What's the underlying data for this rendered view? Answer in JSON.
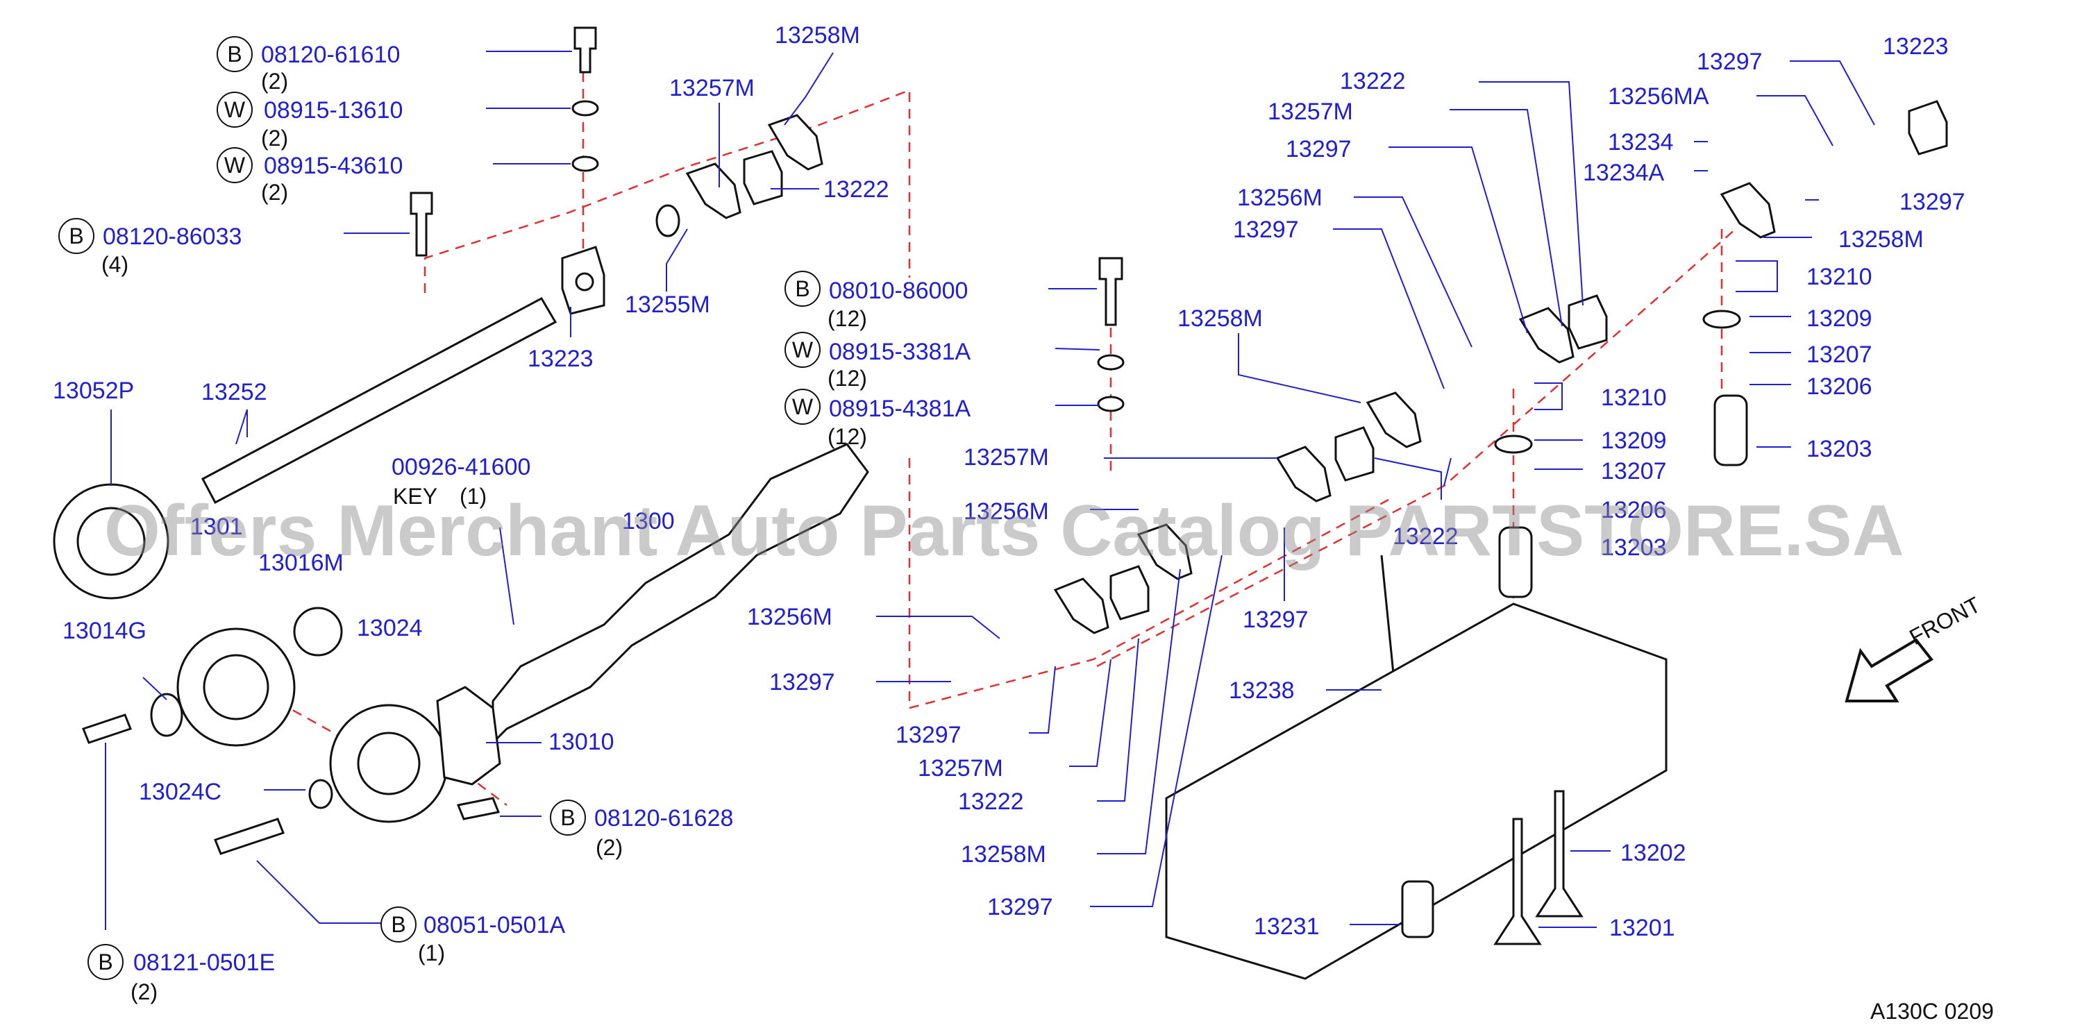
{
  "diagram": {
    "labels": {
      "b_08120_61610": "08120-61610",
      "w_08915_13610": "08915-13610",
      "w_08915_43610": "08915-43610",
      "b_08120_86033": "08120-86033",
      "p_13257M_a": "13257M",
      "p_13258M_a": "13258M",
      "p_13222_a": "13222",
      "p_13255M": "13255M",
      "p_13223_a": "13223",
      "p_13052P": "13052P",
      "p_13252": "13252",
      "p_00926_41600": "00926-41600",
      "p_1301x": "1301",
      "p_1300x": "1300",
      "p_13016M": "13016M",
      "p_13014G": "13014G",
      "p_13024": "13024",
      "p_13010": "13010",
      "p_13024C": "13024C",
      "b_08120_61628": "08120-61628",
      "b_08051_0501A": "08051-0501A",
      "b_08121_0501E": "08121-0501E",
      "b_08010_86000": "08010-86000",
      "w_08915_3381A": "08915-3381A",
      "w_08915_4381A": "08915-4381A",
      "p_13258M_b": "13258M",
      "p_13257M_b": "13257M",
      "p_13256M_mid": "13256M",
      "p_13256M_left": "13256M",
      "p_13297_l1": "13297",
      "p_13297_l2": "13297",
      "p_13257M_c": "13257M",
      "p_13222_c": "13222",
      "p_13258M_c": "13258M",
      "p_13297_l3": "13297",
      "p_13297_mid": "13297",
      "p_13222_mid": "13222",
      "p_13222_top": "13222",
      "p_13257M_top": "13257M",
      "p_13297_top": "13297",
      "p_13256M_top": "13256M",
      "p_13297_top2": "13297",
      "p_13297_r1": "13297",
      "p_13223_r": "13223",
      "p_13256MA": "13256MA",
      "p_13234": "13234",
      "p_13234A": "13234A",
      "p_13297_r2": "13297",
      "p_13258M_r": "13258M",
      "p_13210_r": "13210",
      "p_13209_r": "13209",
      "p_13207_r": "13207",
      "p_13206": "13206",
      "p_13203_r": "13203",
      "p_13210_m": "13210",
      "p_13209_m": "13209",
      "p_13207_m": "13207",
      "p_13206_m": "13206",
      "p_13203_m": "13203",
      "p_13238": "13238",
      "p_13202": "13202",
      "p_13231": "13231",
      "p_13201": "13201"
    },
    "circles": {
      "c1": "B",
      "c2": "W",
      "c3": "W",
      "c4": "B",
      "c5": "B",
      "c6": "W",
      "c7": "W",
      "c8": "B",
      "c9": "B",
      "c10": "B"
    },
    "quantities": {
      "q1": "(2)",
      "q2": "(2)",
      "q3": "(2)",
      "q4": "(4)",
      "q5": "(12)",
      "q6": "(12)",
      "q7": "(12)",
      "q8": "(2)",
      "q9": "(1)",
      "q10": "(2)",
      "q_key": "(1)"
    },
    "key_text": "KEY",
    "front_label": "FRONT",
    "footer_code": "A130C  0209",
    "watermark": "Offers Merchant Auto Parts Catalog PARTSTORE.SA"
  }
}
